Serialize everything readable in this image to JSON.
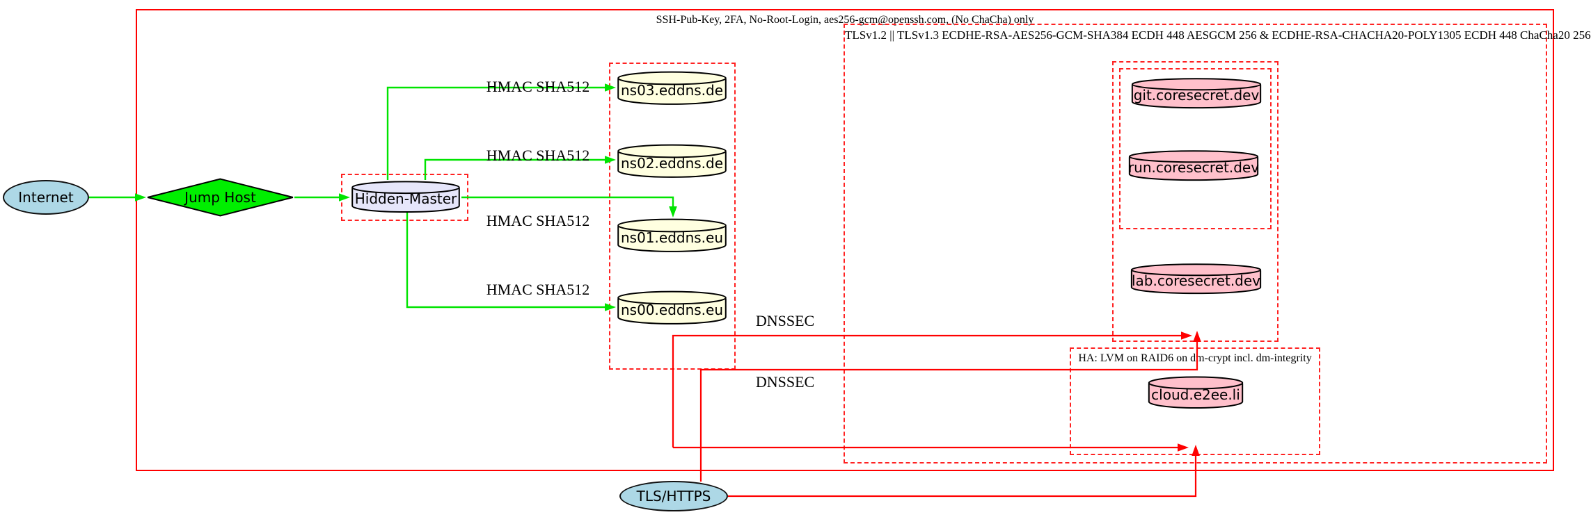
{
  "clusters": {
    "ssh": {
      "label": "SSH-Pub-Key, 2FA, No-Root-Login, aes256-gcm@openssh.com, (No ChaCha) only"
    },
    "tls": {
      "label": "TLSv1.2 || TLSv1.3 ECDHE-RSA-AES256-GCM-SHA384 ECDH 448 AESGCM 256 & ECDHE-RSA-CHACHA20-POLY1305 ECDH 448 ChaCha20 256"
    },
    "ha": {
      "label": "HA: LVM on RAID6 on dm-crypt incl. dm-integrity"
    }
  },
  "nodes": {
    "internet": {
      "label": "Internet",
      "shape": "ellipse",
      "fill": "#add8e6"
    },
    "jump_host": {
      "label": "Jump Host",
      "shape": "diamond",
      "fill": "#00ff00"
    },
    "hidden_master": {
      "label": "Hidden-Master",
      "shape": "cylinder",
      "fill": "#e6e6fa"
    },
    "ns03": {
      "label": "ns03.eddns.de",
      "shape": "cylinder",
      "fill": "#ffffe0"
    },
    "ns02": {
      "label": "ns02.eddns.de",
      "shape": "cylinder",
      "fill": "#ffffe0"
    },
    "ns01": {
      "label": "ns01.eddns.eu",
      "shape": "cylinder",
      "fill": "#ffffe0"
    },
    "ns00": {
      "label": "ns00.eddns.eu",
      "shape": "cylinder",
      "fill": "#ffffe0"
    },
    "git": {
      "label": "git.coresecret.dev",
      "shape": "cylinder",
      "fill": "#ffc0cb"
    },
    "run": {
      "label": "run.coresecret.dev",
      "shape": "cylinder",
      "fill": "#ffc0cb"
    },
    "lab": {
      "label": "lab.coresecret.dev",
      "shape": "cylinder",
      "fill": "#ffc0cb"
    },
    "cloud": {
      "label": "cloud.e2ee.li",
      "shape": "cylinder",
      "fill": "#ffc0cb"
    },
    "tls_https": {
      "label": "TLS/HTTPS",
      "shape": "ellipse",
      "fill": "#add8e6"
    }
  },
  "edge_labels": {
    "hmac_sha512": "HMAC SHA512",
    "dnssec": "DNSSEC"
  },
  "colors": {
    "secure_edge_green": "#00ff00",
    "tls_edge_red": "#ff0000",
    "cluster_border_red": "#ff0000",
    "node_stroke_black": "#000000"
  }
}
